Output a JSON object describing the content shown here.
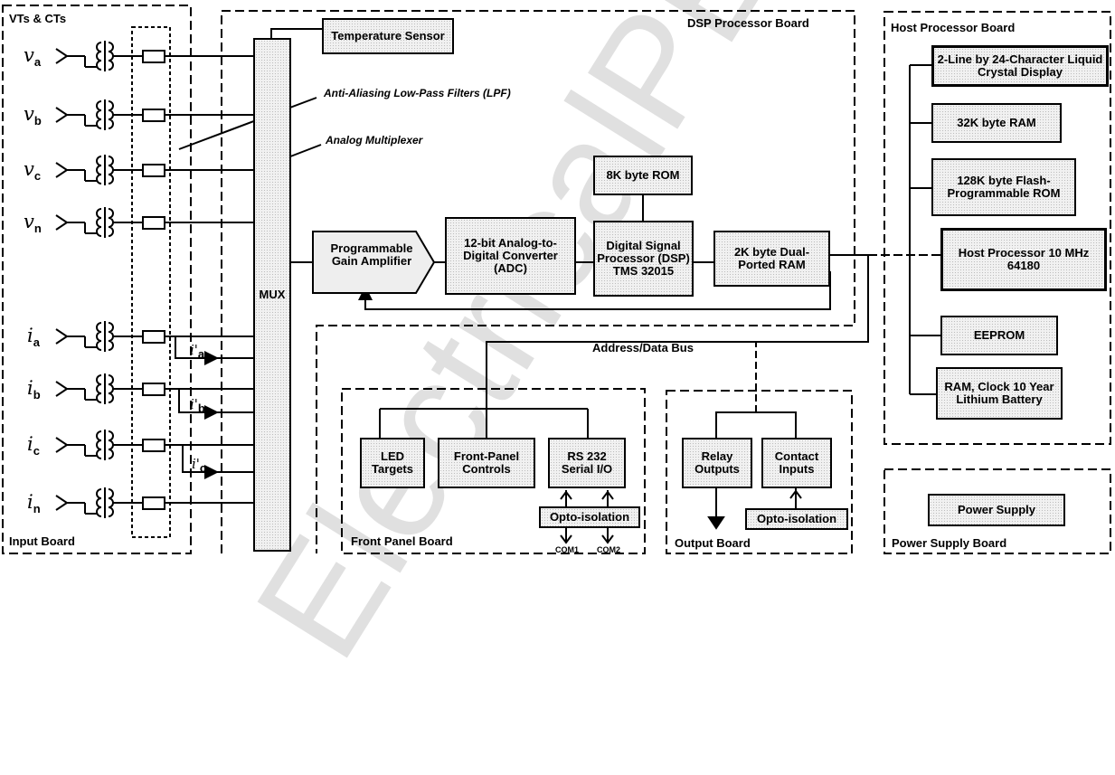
{
  "boards": {
    "input": "Input Board",
    "input_header": "VTs & CTs",
    "dsp": "DSP Processor Board",
    "host": "Host Processor Board",
    "front_panel": "Front Panel Board",
    "output": "Output Board",
    "power": "Power Supply Board"
  },
  "inputs": {
    "voltages": [
      {
        "sym": "v",
        "sub": "a"
      },
      {
        "sym": "v",
        "sub": "b"
      },
      {
        "sym": "v",
        "sub": "c"
      },
      {
        "sym": "v",
        "sub": "n"
      }
    ],
    "currents": [
      {
        "sym": "i",
        "sub": "a"
      },
      {
        "sym": "i",
        "sub": "b"
      },
      {
        "sym": "i",
        "sub": "c"
      },
      {
        "sym": "i",
        "sub": "n"
      }
    ],
    "primed": [
      {
        "sym": "i'",
        "sub": "a"
      },
      {
        "sym": "i'",
        "sub": "b"
      },
      {
        "sym": "i'",
        "sub": "c"
      }
    ]
  },
  "annotations": {
    "lpf": "Anti-Aliasing Low-Pass Filters (LPF)",
    "mux": "Analog Multiplexer",
    "bus": "Address/Data Bus"
  },
  "blocks": {
    "temperature": "Temperature Sensor",
    "mux": "MUX",
    "pga": "Programmable Gain Amplifier",
    "adc": "12-bit Analog-to-Digital Converter (ADC)",
    "rom8k": "8K byte ROM",
    "dsp": "Digital Signal Processor (DSP) TMS 32015",
    "dpram": "2K byte Dual-Ported RAM",
    "lcd": "2-Line by 24-Character Liquid Crystal Display",
    "ram32k": "32K byte RAM",
    "flash": "128K byte Flash-Programmable ROM",
    "host": "Host Processor 10 MHz 64180",
    "eeprom": "EEPROM",
    "ramclock": "RAM, Clock 10 Year Lithium Battery",
    "led": "LED Targets",
    "fpc": "Front-Panel Controls",
    "rs232": "RS 232 Serial I/O",
    "opto1": "Opto-isolation",
    "com1": "COM1",
    "com2": "COM2",
    "relay": "Relay Outputs",
    "contact": "Contact Inputs",
    "opto2": "Opto-isolation",
    "power": "Power Supply"
  },
  "watermark": "ElectricalPE"
}
